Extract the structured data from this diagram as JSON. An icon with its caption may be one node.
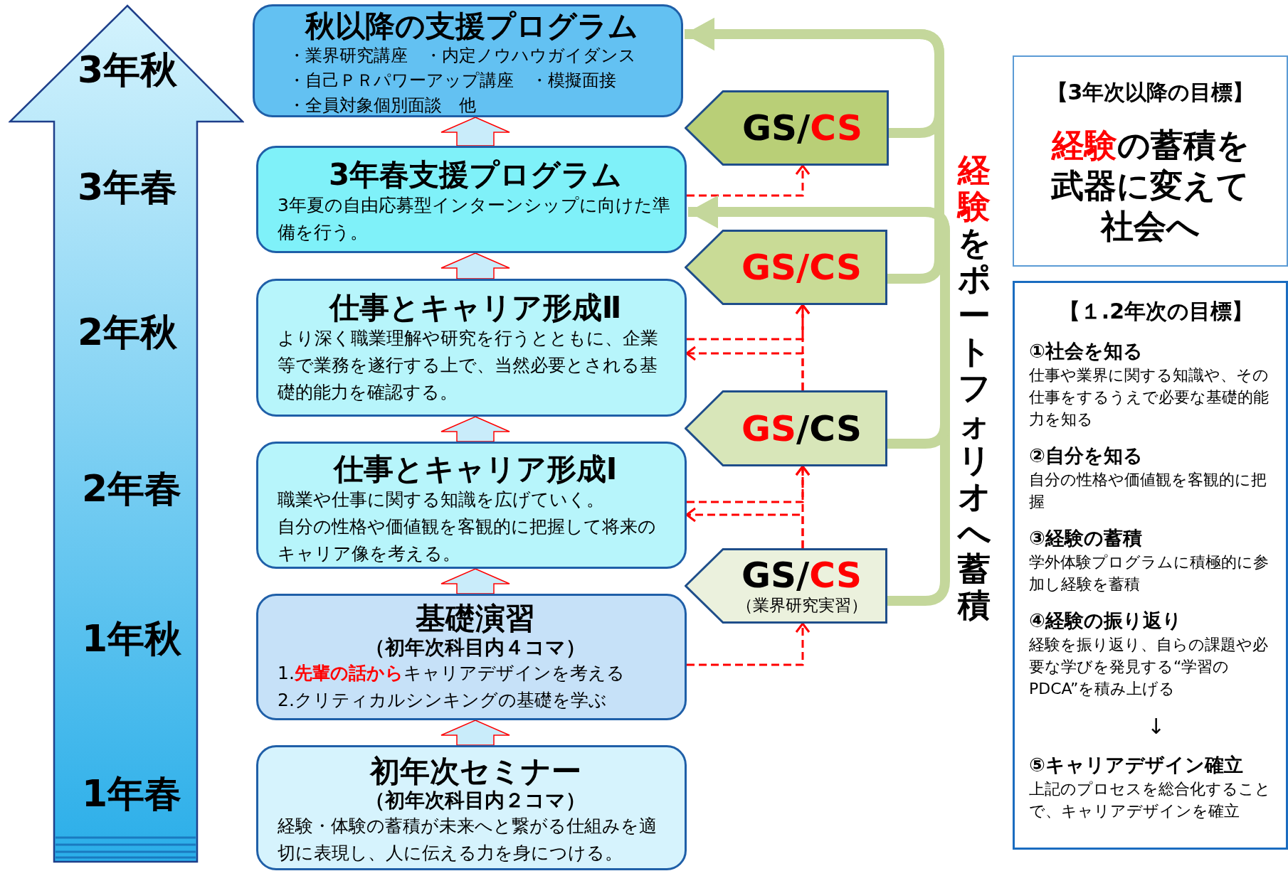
{
  "diagram": {
    "nodes": [
      {
        "text": [
          "3年秋",
          "3年春",
          "2年秋",
          "2年春",
          "1年秋",
          "1年春"
        ]
      },
      {
        "text": [
          "秋以降の支援プログラム",
          "・業界研究講座　・内定ノウハウガイダンス",
          "・自己ＰＲパワーアップ講座　・模擬面接",
          "・全員対象個別面談　他"
        ]
      },
      {
        "text": [
          "3年春支援プログラム",
          "3年夏の自由応募型インターンシップに向けた準備を行う。"
        ]
      },
      {
        "text": [
          "仕事とキャリア形成Ⅱ",
          "より深く職業理解や研究を行うとともに、企業等で業務を遂行する上で、当然必要とされる基礎的能力を確認する。"
        ]
      },
      {
        "text": [
          "仕事とキャリア形成Ⅰ",
          "職業や仕事に関する知識を広げていく。",
          "自分の性格や価値観を客観的に把握して将来のキャリア像を考える。"
        ]
      },
      {
        "text": [
          "基礎演習",
          "（初年次科目内４コマ）",
          "1.**先輩の話から**キャリアデザインを考える",
          "2.クリティカルシンキングの基礎を学ぶ"
        ]
      },
      {
        "text": [
          "初年次セミナー",
          "（初年次科目内２コマ）",
          "経験・体験の蓄積が未来へと繋がる仕組みを適切に表現し、人に伝える力を身につける。"
        ]
      },
      {
        "text": [
          "GS/**CS**"
        ]
      },
      {
        "text": [
          "GS/CS"
        ]
      },
      {
        "text": [
          "**GS**/CS"
        ]
      },
      {
        "text": [
          "GS/**CS**",
          "（業界研究実習）"
        ]
      },
      {
        "text": [
          "【3年次以降の目標】",
          "**経験**の蓄積を武器に変えて社会へ"
        ]
      },
      {
        "text": [
          "【１.2年次の目標】",
          "①社会を知る",
          "仕事や業界に関する知識や、その仕事をするうえで必要な基礎的能力を知る",
          "②自分を知る",
          "自分の性格や価値観を客観的に把握",
          "③経験の蓄積",
          "学外体験プログラムに積極的に参加し経験を蓄積",
          "④経験の振り返り",
          "経験を振り返り、自らの課題や必要な学びを発見する“学習のPDCA”を積み上げる",
          "↓",
          "⑤キャリアデザイン確立",
          "上記のプロセスを総合化することで、キャリアデザインを確立"
        ]
      }
    ],
    "edges": [
      {
        "from": 6,
        "to": 5,
        "arrow": "to"
      },
      {
        "from": 5,
        "to": 4,
        "arrow": "to"
      },
      {
        "from": 4,
        "to": 3,
        "arrow": "to"
      },
      {
        "from": 3,
        "to": 2,
        "arrow": "to"
      },
      {
        "from": 2,
        "to": 1,
        "arrow": "to"
      },
      {
        "from": 5,
        "to": 10,
        "arrow": "to",
        "style": "dashed"
      },
      {
        "from": 10,
        "to": 9,
        "arrow": "to",
        "style": "dashed"
      },
      {
        "from": 4,
        "to": 9,
        "arrow": "to",
        "style": "dashed"
      },
      {
        "from": 10,
        "to": 4,
        "arrow": "to",
        "style": "dashed"
      },
      {
        "from": 9,
        "to": 8,
        "arrow": "to",
        "style": "dashed"
      },
      {
        "from": 3,
        "to": 8,
        "arrow": "to",
        "style": "dashed"
      },
      {
        "from": 9,
        "to": 3,
        "arrow": "to",
        "style": "dashed"
      },
      {
        "from": 2,
        "to": 7,
        "arrow": "to",
        "style": "dashed"
      },
      {
        "from": 10,
        "to": 2,
        "arrow": "to",
        "style": "thick",
        "color": "#c4d79b"
      },
      {
        "from": 9,
        "to": 2,
        "arrow": "to",
        "style": "thick",
        "color": "#c4d79b"
      },
      {
        "from": 8,
        "to": 1,
        "arrow": "to",
        "style": "thick",
        "color": "#c4d79b"
      },
      {
        "from": 7,
        "to": 1,
        "arrow": "to",
        "style": "thick",
        "color": "#c4d79b"
      }
    ],
    "labels": [
      "**経験**をポートフォリオへ蓄積"
    ]
  }
}
